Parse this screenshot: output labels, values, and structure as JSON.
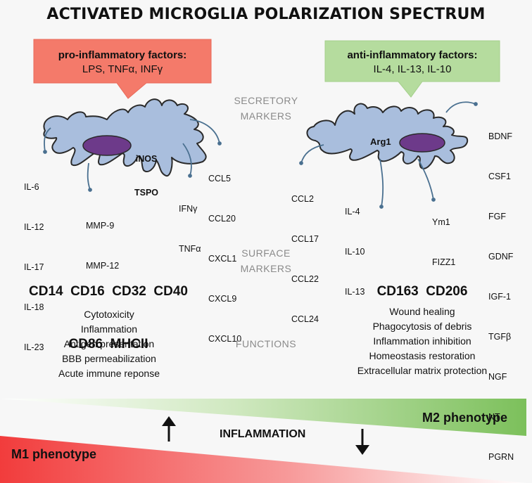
{
  "title": "ACTIVATED MICROGLIA POLARIZATION SPECTRUM",
  "m1": {
    "callout_heading": "pro-inflammatory factors:",
    "callout_items": "LPS, TNFα, INFγ",
    "cell_labels": [
      "iNOS",
      "TSPO"
    ],
    "interleukins": [
      "IL-6",
      "IL-12",
      "IL-17",
      "IL-18",
      "IL-23"
    ],
    "mmps": [
      "MMP-9",
      "MMP-12"
    ],
    "cytokines": [
      "IFNγ",
      "TNFα"
    ],
    "chemokines": [
      "CCL5",
      "CCL20",
      "CXCL1",
      "CXCL9",
      "CXCL10"
    ],
    "surface_row1": "CD14  CD16  CD32  CD40",
    "surface_row2": "CD86  MHCII",
    "functions": [
      "Cytotoxicity",
      "Inflammation",
      "Antigen presentation",
      "BBB permeabilization",
      "Acute immune reponse"
    ],
    "phenotype": "M1 phenotype"
  },
  "m2": {
    "callout_heading": "anti-inflammatory factors:",
    "callout_items": "IL-4, IL-13, IL-10",
    "cell_label": "Arg1",
    "chemokines": [
      "CCL2",
      "CCL17",
      "CCL22",
      "CCL24"
    ],
    "interleukins": [
      "IL-4",
      "IL-10",
      "IL-13"
    ],
    "others": [
      "Ym1",
      "FIZZ1"
    ],
    "growth_factors": [
      "BDNF",
      "CSF1",
      "FGF",
      "GDNF",
      "IGF-1",
      "TGFβ",
      "NGF",
      "NT",
      "PGRN"
    ],
    "surface_row1": "CD163  CD206",
    "functions": [
      "Wound healing",
      "Phagocytosis of debris",
      "Inflammation inhibition",
      "Homeostasis restoration",
      "Extracellular matrix protection"
    ],
    "phenotype": "M2 phenotype"
  },
  "center": {
    "secretory_line1": "SECRETORY",
    "secretory_line2": "MARKERS",
    "surface_line1": "SURFACE",
    "surface_line2": "MARKERS",
    "functions": "FUNCTIONS"
  },
  "inflammation_label": "INFLAMMATION",
  "colors": {
    "m1_callout": "#f47a6a",
    "m2_callout": "#b5dc9e",
    "cell_fill": "#a9bedd",
    "nucleus": "#6d3a8a",
    "m1_bar": "#f23c3c",
    "m2_bar": "#7cc05b",
    "arrow_line": "#4a7090"
  }
}
